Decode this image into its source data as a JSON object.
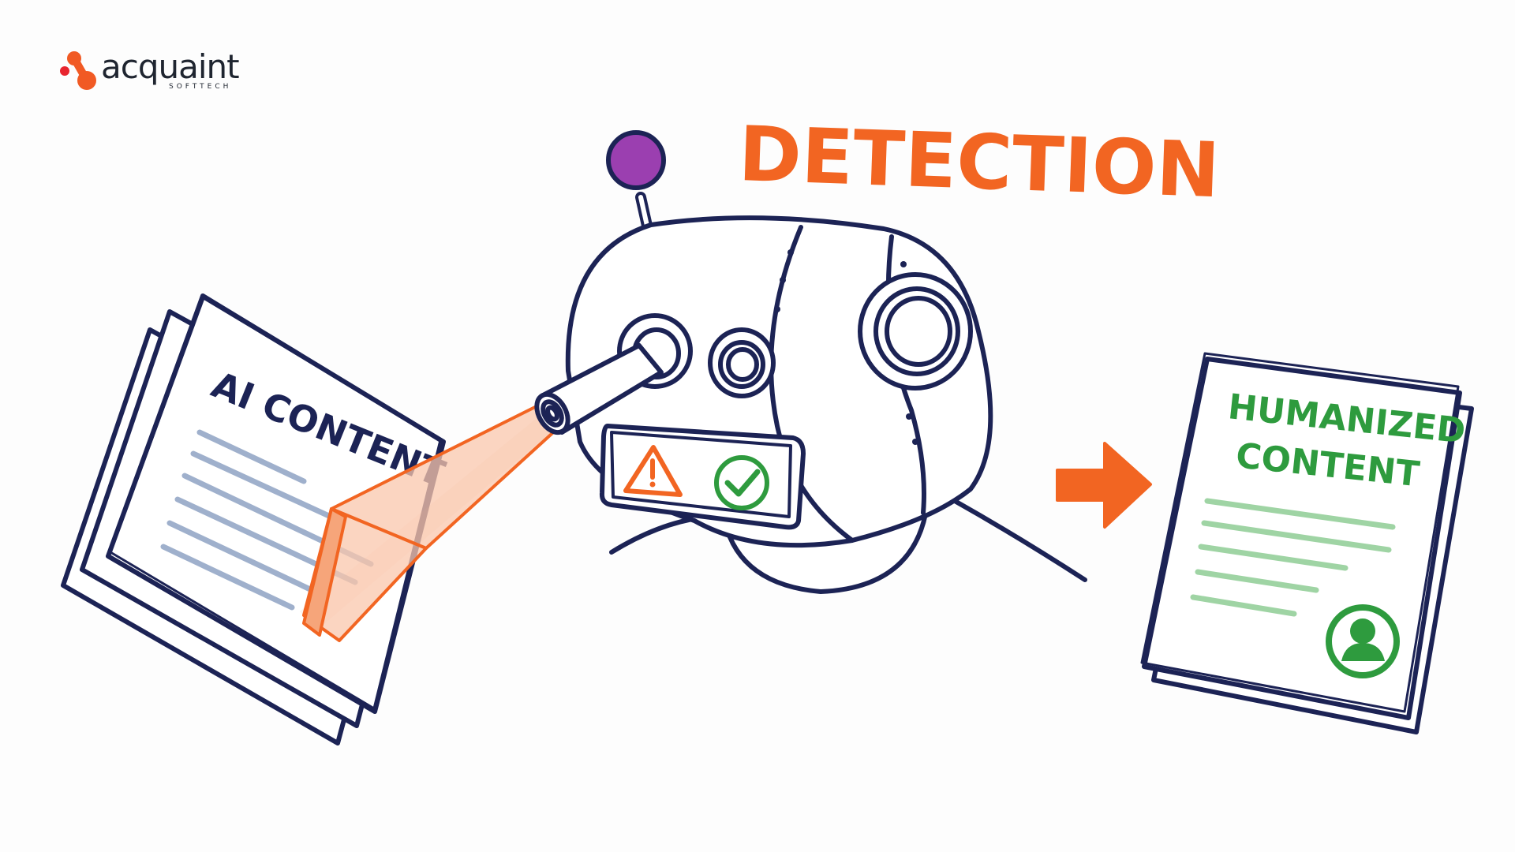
{
  "brand": {
    "name": "acquaint",
    "tagline": "SOFTTECH",
    "colors": {
      "primary": "#f15a24",
      "accent": "#e8252f"
    }
  },
  "illustration": {
    "title": "DETECTION",
    "left_document": {
      "label": "AI CONTENT",
      "icon": "document-stack-icon",
      "line_color": "#9fb0cc"
    },
    "robot": {
      "icon": "robot-detector-icon",
      "panel_icons": [
        "warning-triangle-icon",
        "check-circle-icon"
      ]
    },
    "arrow": {
      "icon": "arrow-right-icon"
    },
    "right_document": {
      "label_line1": "HUMANIZED",
      "label_line2": "CONTENT",
      "icon": "user-badge-icon",
      "line_color": "#9fd4a4"
    },
    "colors": {
      "outline": "#1c2355",
      "orange": "#f26522",
      "green": "#2e9b3e",
      "purple": "#9b3fb0"
    }
  }
}
